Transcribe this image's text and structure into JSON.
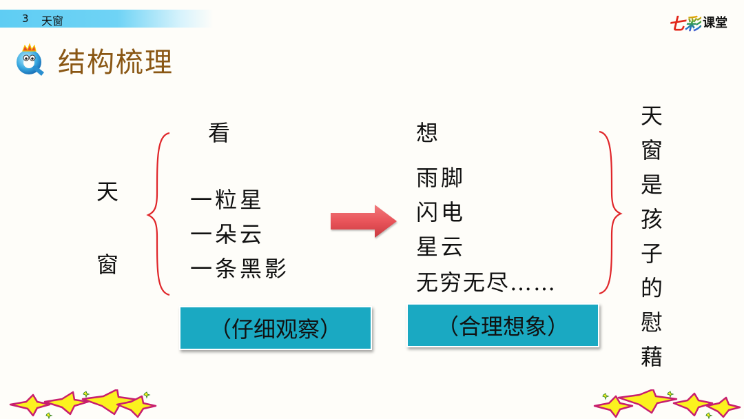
{
  "header": {
    "lesson_number": "3",
    "lesson_title": "天窗",
    "brand": {
      "part1": "七",
      "part2": "彩",
      "part3": "课堂"
    },
    "section_title": "结构梳理",
    "logo_icon": "q-mascot-icon"
  },
  "diagram": {
    "subject_chars": [
      "天",
      "窗"
    ],
    "look": {
      "heading": "看",
      "items": [
        "一粒星",
        "一朵云",
        "一条黑影"
      ],
      "label": "（仔细观察）"
    },
    "arrow_icon": "right-arrow-icon",
    "think": {
      "heading": "想",
      "items": [
        "雨脚",
        "闪电",
        "星云",
        "无穷无尽……"
      ],
      "label": "（合理想象）"
    },
    "conclusion_chars": [
      "天",
      "窗",
      "是",
      "孩",
      "子",
      "的",
      "慰",
      "藉"
    ]
  },
  "colors": {
    "topbar": "#5fcdf3",
    "title": "#8a5714",
    "brace": "#e0262a",
    "arrow": "#e9545a",
    "label_box": "#1aa9c2",
    "star_fill": "#fbf21e",
    "star_outline": "#c81e6e"
  },
  "decorations": {
    "stars_left": "stars-left-icon",
    "stars_right": "stars-right-icon"
  }
}
